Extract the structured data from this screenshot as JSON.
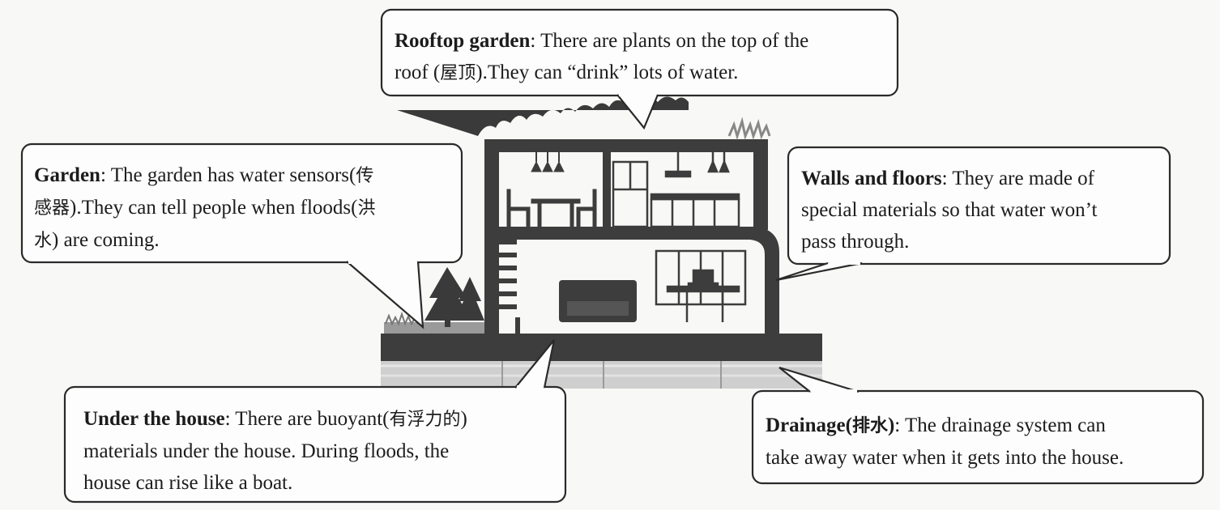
{
  "callouts": {
    "rooftop": {
      "term": "Rooftop garden",
      "line1": ": There are plants on the top of the",
      "line2a": "roof (",
      "cjk": "屋顶",
      "line2b": ").They can “drink” lots of water."
    },
    "garden": {
      "term": "Garden",
      "line1a": ": The garden has water sensors(",
      "cjk1": "传",
      "cjk2": "感器",
      "line2a": ").They can tell people when floods(",
      "cjk3": "洪",
      "cjk4": "水",
      "line3": ") are coming."
    },
    "walls": {
      "term": "Walls and floors",
      "line1": ": They are made of",
      "line2": "special materials so that water won’t",
      "line3": "pass through."
    },
    "under": {
      "term": "Under the house",
      "line1a": ": There are buoyant(",
      "cjk": "有浮力的",
      "line1b": ")",
      "line2": "materials under the house. During floods, the",
      "line3": "house can rise like a boat."
    },
    "drainage": {
      "term": "Drainage",
      "p1": "(",
      "cjk": "排水",
      "p2": ")",
      "line1": ": The drainage system can",
      "line2": "take away water when it gets into the house."
    }
  }
}
